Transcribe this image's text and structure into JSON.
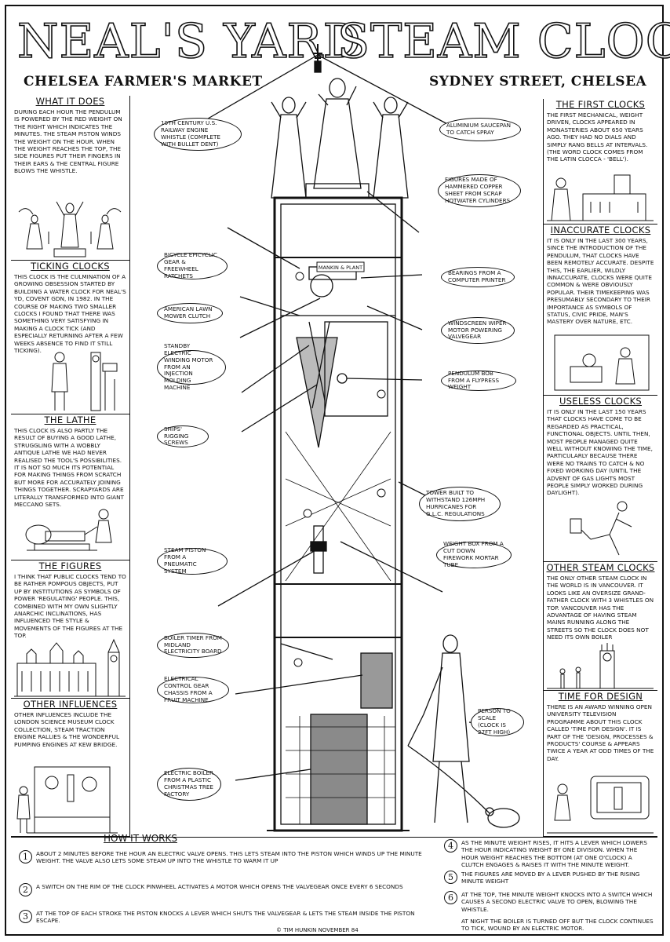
{
  "header": {
    "title_left": "NEAL'S YARD",
    "title_right": "STEAM CLOCK",
    "subtitle_left": "CHELSEA FARMER'S MARKET",
    "subtitle_right": "SYDNEY STREET, CHELSEA"
  },
  "left_panels": {
    "what_it_does": {
      "heading": "WHAT IT DOES",
      "text": "DURING EACH HOUR THE PENDULUM IS POWERED BY THE RED WEIGHT ON THE RIGHT WHICH INDICATES THE MINUTES. THE STEAM PISTON WINDS THE WEIGHT ON THE HOUR. WHEN THE WEIGHT REACHES THE TOP, THE SIDE FIGURES PUT THEIR FINGERS IN THEIR EARS & THE CENTRAL FIGURE BLOWS THE WHISTLE."
    },
    "ticking_clocks": {
      "heading": "TICKING CLOCKS",
      "text": "THIS CLOCK IS THE CULMINATION OF A GROWING OBSESSION STARTED BY BUILDING A WATER CLOCK FOR NEAL'S YD, COVENT GDN, IN 1982. IN THE COURSE OF MAKING TWO SMALLER CLOCKS I FOUND THAT THERE WAS SOMETHING VERY SATISFYING IN MAKING A CLOCK TICK (AND ESPECIALLY RETURNING AFTER A FEW WEEKS ABSENCE TO FIND IT STILL TICKING)."
    },
    "the_lathe": {
      "heading": "THE LATHE",
      "text": "THIS CLOCK IS ALSO PARTLY THE RESULT OF BUYING A GOOD LATHE, STRUGGLING WITH A WOBBLY ANTIQUE LATHE WE HAD NEVER REALISED THE TOOL'S POSSIBILITIES. IT IS NOT SO MUCH ITS POTENTIAL FOR MAKING THINGS FROM SCRATCH BUT MORE FOR ACCURATELY JOINING THINGS TOGETHER. SCRAPYARDS ARE LITERALLY TRANSFORMED INTO GIANT MECCANO SETS."
    },
    "the_figures": {
      "heading": "THE FIGURES",
      "text": "I THINK THAT PUBLIC CLOCKS TEND TO BE RATHER POMPOUS OBJECTS, PUT UP BY INSTITUTIONS AS SYMBOLS OF POWER 'REGULATING' PEOPLE. THIS, COMBINED WITH MY OWN SLIGHTLY ANARCHIC INCLINATIONS, HAS INFLUENCED THE STYLE & MOVEMENTS OF THE FIGURES AT THE TOP."
    },
    "other_influences": {
      "heading": "OTHER INFLUENCES",
      "text": "OTHER INFLUENCES INCLUDE THE LONDON SCIENCE MUSEUM CLOCK COLLECTION, STEAM TRACTION ENGINE RALLIES & THE WONDERFUL PUMPING ENGINES AT KEW BRIDGE."
    }
  },
  "right_panels": {
    "first_clocks": {
      "heading": "THE FIRST CLOCKS",
      "text": "THE FIRST MECHANICAL, WEIGHT DRIVEN, CLOCKS APPEARED IN MONASTERIES ABOUT 650 YEARS AGO. THEY HAD NO DIALS AND SIMPLY RANG BELLS AT INTERVALS. (THE WORD CLOCK COMES FROM THE LATIN CLOCCA - 'BELL')."
    },
    "inaccurate_clocks": {
      "heading": "INACCURATE CLOCKS",
      "text": "IT IS ONLY IN THE LAST 300 YEARS, SINCE THE INTRODUCTION OF THE PENDULUM, THAT CLOCKS HAVE BEEN REMOTELY ACCURATE. DESPITE THIS, THE EARLIER, WILDLY INNACCURATE, CLOCKS WERE QUITE COMMON & WERE OBVIOUSLY POPULAR. THEIR TIMEKEEPING WAS PRESUMABLY SECONDARY TO THEIR IMPORTANCE AS SYMBOLS OF STATUS, CIVIC PRIDE, MAN'S MASTERY OVER NATURE, ETC."
    },
    "useless_clocks": {
      "heading": "USELESS CLOCKS",
      "text": "IT IS ONLY IN THE LAST 150 YEARS THAT CLOCKS HAVE COME TO BE REGARDED AS PRACTICAL, FUNCTIONAL OBJECTS. UNTIL THEN, MOST PEOPLE MANAGED QUITE WELL WITHOUT KNOWING THE TIME, PARTICULARLY BECAUSE THERE WERE NO TRAINS TO CATCH & NO FIXED WORKING DAY (UNTIL THE ADVENT OF GAS LIGHTS MOST PEOPLE SIMPLY WORKED DURING DAYLIGHT)."
    },
    "other_steam_clocks": {
      "heading": "OTHER STEAM CLOCKS",
      "text": "THE ONLY OTHER STEAM CLOCK IN THE WORLD IS IN VANCOUVER. IT LOOKS LIKE AN OVERSIZE GRAND-FATHER CLOCK WITH 3 WHISTLES ON TOP. VANCOUVER HAS THE ADVANTAGE OF HAVING STEAM MAINS RUNNING ALONG THE STREETS SO THE CLOCK DOES NOT NEED ITS OWN BOILER"
    },
    "time_for_design": {
      "heading": "TIME FOR DESIGN",
      "text": "THERE IS AN AWARD WINNING OPEN UNIVERSITY TELEVISION PROGRAMME ABOUT THIS CLOCK CALLED 'TIME FOR DESIGN'. IT IS PART OF THE 'DESIGN, PROCESSES & PRODUCTS' COURSE & APPEARS TWICE A YEAR AT ODD TIMES OF THE DAY."
    }
  },
  "callouts": {
    "whistle": "19TH CENTURY U.S. RAILWAY ENGINE WHISTLE (COMPLETE WITH BULLET DENT)",
    "saucepan": "ALUMINIUM SAUCEPAN TO CATCH SPRAY",
    "figures_copper": "FIGURES MADE OF HAMMERED COPPER SHEET FROM SCRAP HOTWATER CYLINDERS",
    "bicycle": "BICYCLE EPICYCLIC GEAR & FREEWHEEL RATCHETS",
    "bearings": "BEARINGS FROM A COMPUTER PRINTER",
    "lawnmower": "AMERICAN LAWN MOWER CLUTCH",
    "wiper": "WINDSCREEN WIPER MOTOR POWERING VALVEGEAR",
    "standby_motor": "STANDBY ELECTRIC WINDING MOTOR FROM AN INJECTION MOLDING MACHINE",
    "pendulum_bob": "PENDULUM BOB FROM A FLYPRESS WEIGHT",
    "rigging": "SHIPS' RIGGING SCREWS",
    "tower": "TOWER BUILT TO WITHSTAND 126MPH HURRICANES FOR G.L.C. REGULATIONS",
    "weight_box": "WEIGHT BOX FROM A CUT DOWN FIREWORK MORTAR TUBE",
    "steam_piston": "STEAM PISTON FROM A PNEUMATIC SYSTEM",
    "boiler_timer": "BOILER TIMER FROM MIDLAND ELECTRICITY BOARD",
    "control_gear": "ELECTRICAL CONTROL GEAR CHASSIS FROM A FRUIT MACHINE",
    "person_scale": "PERSON TO SCALE (CLOCK IS 27FT HIGH)",
    "boiler": "ELECTRIC BOILER FROM A PLASTIC CHRISTMAS TREE FACTORY"
  },
  "clock_plate": "MANKIN & PLANT",
  "how_it_works": {
    "heading": "HOW IT WORKS",
    "steps": [
      {
        "num": "1",
        "text": "ABOUT 2 MINUTES BEFORE THE HOUR AN ELECTRIC VALVE OPENS. THIS LETS STEAM INTO THE PISTON WHICH WINDS UP THE MINUTE WEIGHT. THE VALVE ALSO LETS SOME STEAM UP INTO THE WHISTLE TO WARM IT UP"
      },
      {
        "num": "2",
        "text": "A SWITCH ON THE RIM OF THE CLOCK PINWHEEL ACTIVATES A MOTOR WHICH OPENS THE VALVEGEAR ONCE EVERY 6 SECONDS"
      },
      {
        "num": "3",
        "text": "AT THE TOP OF EACH STROKE THE PISTON KNOCKS A LEVER WHICH SHUTS THE VALVEGEAR & LETS THE STEAM INSIDE THE PISTON ESCAPE."
      },
      {
        "num": "4",
        "text": "AS THE MINUTE WEIGHT RISES, IT HITS A LEVER WHICH LOWERS THE HOUR INDICATING WEIGHT BY ONE DIVISION. WHEN THE HOUR WEIGHT REACHES THE BOTTOM (AT ONE O'CLOCK) A CLUTCH ENGAGES & RAISES IT WITH THE MINUTE WEIGHT."
      },
      {
        "num": "5",
        "text": "THE FIGURES ARE MOVED BY A LEVER PUSHED BY THE RISING MINUTE WEIGHT"
      },
      {
        "num": "6",
        "text": "AT THE TOP, THE MINUTE WEIGHT KNOCKS INTO A SWITCH WHICH CAUSES A SECOND ELECTRIC VALVE TO OPEN, BLOWING THE WHISTLE."
      }
    ],
    "night_note": "AT NIGHT THE BOILER IS TURNED OFF BUT THE CLOCK CONTINUES TO TICK, WOUND BY AN ELECTRIC MOTOR."
  },
  "credit": "© TIM HUNKIN   NOVEMBER 84"
}
